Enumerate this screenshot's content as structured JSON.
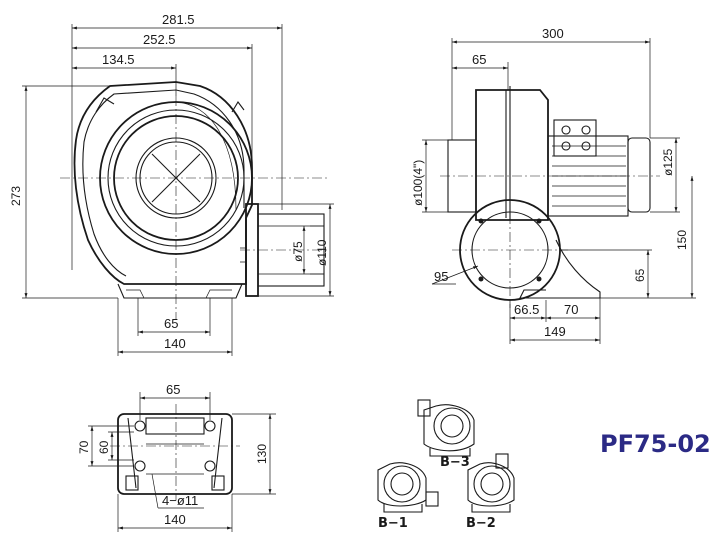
{
  "model": "PF75-02",
  "front_view": {
    "width_overall": "281.5",
    "width_outlet": "252.5",
    "center_offset": "134.5",
    "height": "273",
    "outlet_inner": "ø75",
    "outlet_outer": "ø110",
    "base_inner": "65",
    "base_outer": "140"
  },
  "side_view": {
    "length_overall": "300",
    "inlet_depth": "65",
    "inlet_diameter": "ø100(4\")",
    "motor_diameter": "ø125",
    "radius": "95",
    "center_height": "150",
    "base_height": "65",
    "foot_a": "66.5",
    "foot_b": "70",
    "foot_total": "149"
  },
  "base_view": {
    "hole_spacing": "65",
    "depth_a": "70",
    "depth_b": "60",
    "depth_total": "130",
    "holes": "4−ø11",
    "width": "140"
  },
  "orientations": {
    "b1": "B−1",
    "b2": "B−2",
    "b3": "B−3"
  }
}
